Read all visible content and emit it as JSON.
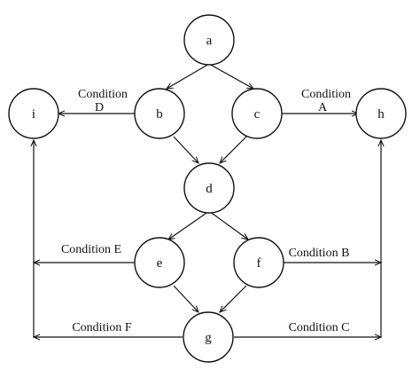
{
  "nodes": {
    "a": "a",
    "b": "b",
    "c": "c",
    "d": "d",
    "e": "e",
    "f": "f",
    "g": "g",
    "h": "h",
    "i": "i"
  },
  "edge_labels": {
    "condition_d_line1": "Condition",
    "condition_d_line2": "D",
    "condition_a_line1": "Condition",
    "condition_a_line2": "A",
    "condition_e": "Condition E",
    "condition_b": "Condition B",
    "condition_f": "Condition F",
    "condition_c": "Condition C"
  },
  "colors": {
    "stroke": "#111111",
    "background": "#ffffff"
  }
}
